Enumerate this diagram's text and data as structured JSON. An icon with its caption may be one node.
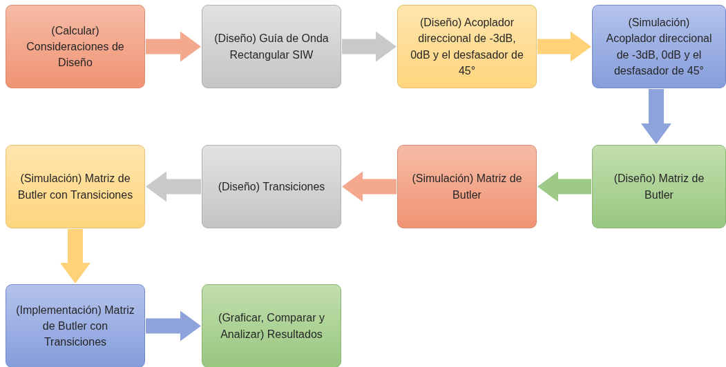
{
  "diagram": {
    "nodes": [
      {
        "text": [
          "(Calcular) Consideraciones de Diseño"
        ]
      },
      {
        "text": [
          "(Diseño) Guía de Onda Rectangular SIW"
        ]
      },
      {
        "text": [
          "(Diseño) Acoplador direccional de -3dB, 0dB y el desfasador de 45°"
        ]
      },
      {
        "text": [
          "(Simulación) Acoplador direccional de -3dB, 0dB y el desfasador de 45°"
        ]
      },
      {
        "text": [
          "(Diseño) Matriz de Butler"
        ]
      },
      {
        "text": [
          "(Simulación) Matriz de Butler"
        ]
      },
      {
        "text": [
          "(Diseño) Transiciones"
        ]
      },
      {
        "text": [
          "(Simulación) Matriz de Butler con Transiciones"
        ]
      },
      {
        "text": [
          "(Implementación) Matriz de Butler con Transiciones"
        ]
      },
      {
        "text": [
          "(Graficar, Comparar y Analizar) Resultados"
        ]
      }
    ],
    "edges": [
      {
        "from": 0,
        "to": 1,
        "arrow": "to",
        "color": "#f4a98f"
      },
      {
        "from": 1,
        "to": 2,
        "arrow": "to",
        "color": "#c9c9c9"
      },
      {
        "from": 2,
        "to": 3,
        "arrow": "to",
        "color": "#ffd27a"
      },
      {
        "from": 3,
        "to": 4,
        "arrow": "to",
        "color": "#8ea3dc"
      },
      {
        "from": 4,
        "to": 5,
        "arrow": "to",
        "color": "#9dca86"
      },
      {
        "from": 5,
        "to": 6,
        "arrow": "to",
        "color": "#f4a98f"
      },
      {
        "from": 6,
        "to": 7,
        "arrow": "to",
        "color": "#c9c9c9"
      },
      {
        "from": 7,
        "to": 8,
        "arrow": "to",
        "color": "#ffd27a"
      },
      {
        "from": 8,
        "to": 9,
        "arrow": "to",
        "color": "#8ea3dc"
      }
    ]
  }
}
